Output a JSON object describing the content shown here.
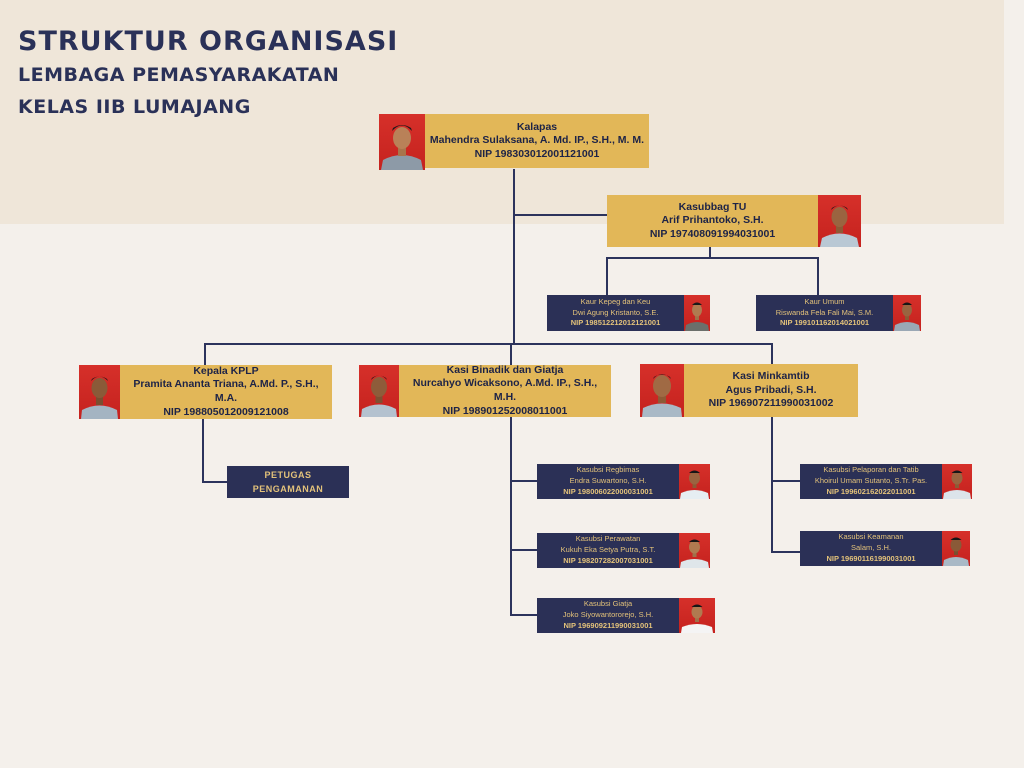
{
  "header": {
    "title": "STRUKTUR ORGANISASI",
    "line2": "LEMBAGA PEMASYARAKATAN",
    "line3": "KELAS IIB LUMAJANG"
  },
  "nodes": {
    "kalapas": {
      "role": "Kalapas",
      "name": "Mahendra Sulaksana, A. Md. IP., S.H., M. M.",
      "nip": "NIP 198303012001121001"
    },
    "kasubbag_tu": {
      "role": "Kasubbag TU",
      "name": "Arif Prihantoko, S.H.",
      "nip": "NIP 197408091994031001"
    },
    "kaur_kepeg": {
      "role": "Kaur Kepeg dan Keu",
      "name": "Dwi Agung Kristanto, S.E.",
      "nip": "NIP 198512212012121001"
    },
    "kaur_umum": {
      "role": "Kaur Umum",
      "name": "Riswanda Fela Fali Mai, S.M.",
      "nip": "NIP 199101162014021001"
    },
    "kepala_kplp": {
      "role": "Kepala KPLP",
      "name": "Pramita Ananta Triana, A.Md. P., S.H., M.A.",
      "nip": "NIP 198805012009121008"
    },
    "kasi_binadik": {
      "role": "Kasi Binadik dan Giatja",
      "name": "Nurcahyo Wicaksono, A.Md. IP., S.H., M.H.",
      "nip": "NIP 198901252008011001"
    },
    "kasi_minkamtib": {
      "role": "Kasi Minkamtib",
      "name": "Agus Pribadi, S.H.",
      "nip": "NIP 196907211990031002"
    },
    "petugas": {
      "line1": "PETUGAS",
      "line2": "PENGAMANAN"
    },
    "kasubsi_regbimas": {
      "role": "Kasubsi Regbimas",
      "name": "Endra Suwartono, S.H.",
      "nip": "NIP 198006022000031001"
    },
    "kasubsi_perawatan": {
      "role": "Kasubsi Perawatan",
      "name": "Kukuh Eka Setya Putra, S.T.",
      "nip": "NIP 198207282007031001"
    },
    "kasubsi_giatja": {
      "role": "Kasubsi Giatja",
      "name": "Joko Siyowantororejo, S.H.",
      "nip": "NIP 196909211990031001"
    },
    "kasubsi_pelaporan": {
      "role": "Kasubsi Pelaporan dan Tatib",
      "name": "Khoirul Umam Sutanto, S.Tr. Pas.",
      "nip": "NIP 199602162022011001"
    },
    "kasubsi_keamanan": {
      "role": "Kasubsi Keamanan",
      "name": "Salam, S.H.",
      "nip": "NIP 196901161990031001"
    }
  }
}
